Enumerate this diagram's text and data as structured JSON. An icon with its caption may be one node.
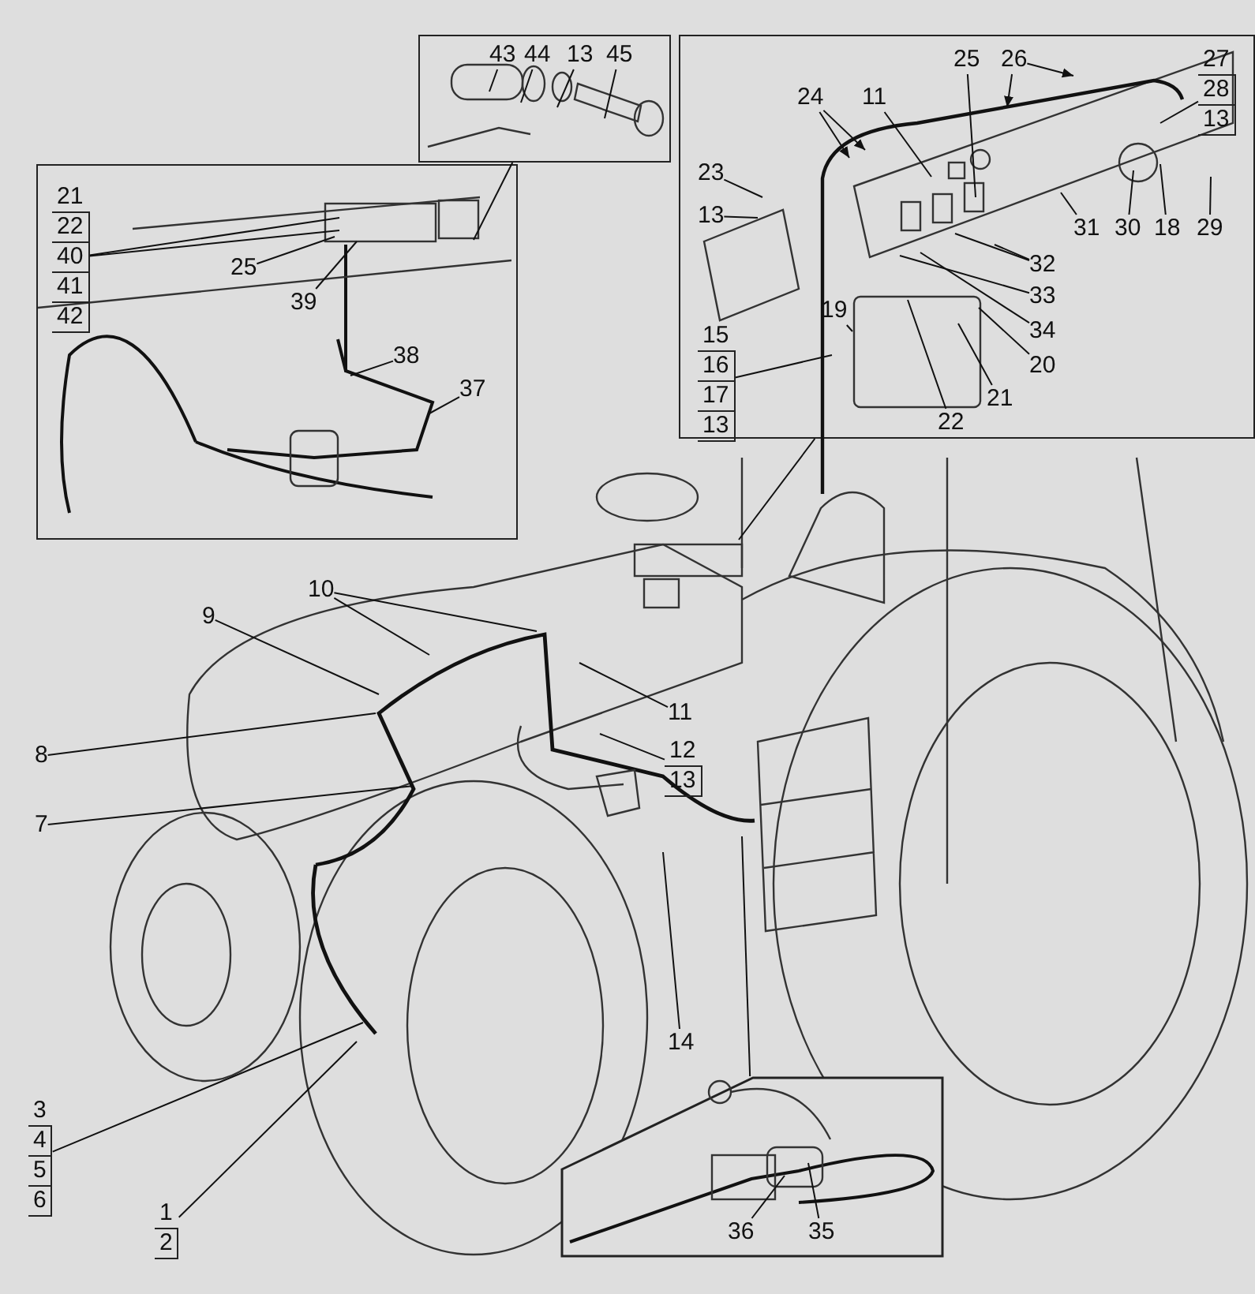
{
  "diagram": {
    "nodes": [
      {
        "text": [],
        "shape": "box"
      },
      {
        "text": [
          "43"
        ],
        "in": 0
      },
      {
        "text": [
          "44"
        ],
        "in": 0
      },
      {
        "text": [
          "13"
        ],
        "in": 0
      },
      {
        "text": [
          "45"
        ],
        "in": 0
      },
      {
        "text": [],
        "shape": "box"
      },
      {
        "text": [
          "21",
          "22",
          "40",
          "41",
          "42"
        ],
        "in": 5
      },
      {
        "text": [
          "25"
        ],
        "in": 5
      },
      {
        "text": [
          "39"
        ],
        "in": 5
      },
      {
        "text": [
          "38"
        ],
        "in": 5
      },
      {
        "text": [
          "37"
        ],
        "in": 5
      },
      {
        "text": [],
        "shape": "box"
      },
      {
        "text": [
          "24"
        ],
        "in": 11
      },
      {
        "text": [
          "11"
        ],
        "in": 11
      },
      {
        "text": [
          "25"
        ],
        "in": 11
      },
      {
        "text": [
          "26"
        ],
        "in": 11
      },
      {
        "text": [
          "27",
          "28",
          "13"
        ],
        "in": 11
      },
      {
        "text": [
          "23"
        ],
        "in": 11
      },
      {
        "text": [
          "13"
        ],
        "in": 11
      },
      {
        "text": [
          "29"
        ],
        "in": 11
      },
      {
        "text": [
          "31"
        ],
        "in": 11
      },
      {
        "text": [
          "30"
        ],
        "in": 11
      },
      {
        "text": [
          "18"
        ],
        "in": 11
      },
      {
        "text": [
          "32"
        ],
        "in": 11
      },
      {
        "text": [
          "19"
        ],
        "in": 11
      },
      {
        "text": [
          "33"
        ],
        "in": 11
      },
      {
        "text": [
          "34"
        ],
        "in": 11
      },
      {
        "text": [
          "20"
        ],
        "in": 11
      },
      {
        "text": [
          "15",
          "16",
          "17",
          "13"
        ],
        "in": 11
      },
      {
        "text": [
          "21"
        ],
        "in": 11
      },
      {
        "text": [
          "22"
        ],
        "in": 11
      },
      {
        "text": [
          "10"
        ]
      },
      {
        "text": [
          "9"
        ]
      },
      {
        "text": [
          "11"
        ]
      },
      {
        "text": [
          "8"
        ]
      },
      {
        "text": [
          "12",
          "13"
        ]
      },
      {
        "text": [
          "7"
        ]
      },
      {
        "text": [
          "14"
        ]
      },
      {
        "text": [],
        "shape": "box"
      },
      {
        "text": [
          "36"
        ],
        "in": 38
      },
      {
        "text": [
          "35"
        ],
        "in": 38
      },
      {
        "text": [
          "3",
          "4",
          "5",
          "6"
        ]
      },
      {
        "text": [
          "1",
          "2"
        ]
      }
    ],
    "edges": [
      {
        "from": 1,
        "to": null,
        "arrow": "none"
      },
      {
        "from": 2,
        "to": null,
        "arrow": "none"
      },
      {
        "from": 3,
        "to": null,
        "arrow": "none"
      },
      {
        "from": 4,
        "to": null,
        "arrow": "none"
      },
      {
        "from": 0,
        "to": null,
        "arrow": "none"
      },
      {
        "from": 6,
        "to": null,
        "arrow": "none"
      },
      {
        "from": 6,
        "to": null,
        "arrow": "none"
      },
      {
        "from": 7,
        "to": null,
        "arrow": "none"
      },
      {
        "from": 8,
        "to": null,
        "arrow": "none"
      },
      {
        "from": 9,
        "to": null,
        "arrow": "none"
      },
      {
        "from": 10,
        "to": null,
        "arrow": "none"
      },
      {
        "from": 12,
        "to": null,
        "arrow": "to"
      },
      {
        "from": 12,
        "to": null,
        "arrow": "to"
      },
      {
        "from": 13,
        "to": null,
        "arrow": "none"
      },
      {
        "from": 14,
        "to": null,
        "arrow": "none"
      },
      {
        "from": 15,
        "to": null,
        "arrow": "to"
      },
      {
        "from": 15,
        "to": null,
        "arrow": "to"
      },
      {
        "from": 16,
        "to": null,
        "arrow": "none"
      },
      {
        "from": 17,
        "to": null,
        "arrow": "none"
      },
      {
        "from": 18,
        "to": null,
        "arrow": "none"
      },
      {
        "from": 19,
        "to": null,
        "arrow": "none"
      },
      {
        "from": 20,
        "to": null,
        "arrow": "none"
      },
      {
        "from": 21,
        "to": null,
        "arrow": "none"
      },
      {
        "from": 22,
        "to": null,
        "arrow": "none"
      },
      {
        "from": 23,
        "to": null,
        "arrow": "none"
      },
      {
        "from": 23,
        "to": null,
        "arrow": "none"
      },
      {
        "from": 24,
        "to": null,
        "arrow": "none"
      },
      {
        "from": 25,
        "to": null,
        "arrow": "none"
      },
      {
        "from": 26,
        "to": null,
        "arrow": "none"
      },
      {
        "from": 27,
        "to": null,
        "arrow": "none"
      },
      {
        "from": 28,
        "to": null,
        "arrow": "none"
      },
      {
        "from": 29,
        "to": null,
        "arrow": "none"
      },
      {
        "from": 30,
        "to": null,
        "arrow": "none"
      },
      {
        "from": 11,
        "to": null,
        "arrow": "none"
      },
      {
        "from": 31,
        "to": null,
        "arrow": "none"
      },
      {
        "from": 31,
        "to": null,
        "arrow": "none"
      },
      {
        "from": 32,
        "to": null,
        "arrow": "none"
      },
      {
        "from": 34,
        "to": null,
        "arrow": "none"
      },
      {
        "from": 33,
        "to": null,
        "arrow": "none"
      },
      {
        "from": 35,
        "to": null,
        "arrow": "none"
      },
      {
        "from": 36,
        "to": null,
        "arrow": "none"
      },
      {
        "from": 37,
        "to": null,
        "arrow": "none"
      },
      {
        "from": 38,
        "to": null,
        "arrow": "none"
      },
      {
        "from": 39,
        "to": null,
        "arrow": "none"
      },
      {
        "from": 40,
        "to": null,
        "arrow": "none"
      },
      {
        "from": 41,
        "to": null,
        "arrow": "none"
      },
      {
        "from": 42,
        "to": null,
        "arrow": "none"
      }
    ]
  }
}
